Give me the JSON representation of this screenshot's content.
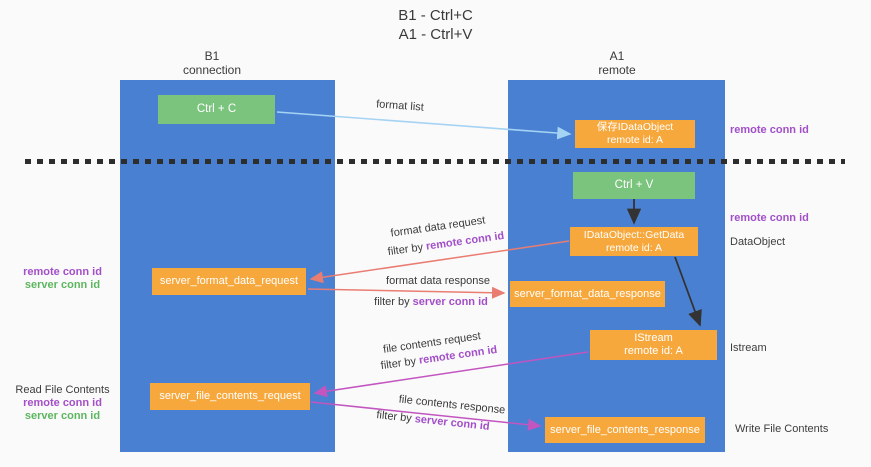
{
  "title": {
    "line1": "B1 - Ctrl+C",
    "line2": "A1 - Ctrl+V"
  },
  "lifelines": {
    "left": {
      "name": "B1",
      "role": "connection"
    },
    "right": {
      "name": "A1",
      "role": "remote"
    }
  },
  "boxes": {
    "ctrl_c": {
      "label": "Ctrl + C"
    },
    "ctrl_v": {
      "label": "Ctrl + V"
    },
    "save_dataobject": {
      "line1": "保存IDataObject",
      "line2": "remote id: A"
    },
    "getdata": {
      "line1": "IDataObject::GetData",
      "line2": "remote id: A"
    },
    "format_request": {
      "label": "server_format_data_request"
    },
    "format_response": {
      "label": "server_format_data_response"
    },
    "istream": {
      "line1": "IStream",
      "line2": "remote id: A"
    },
    "file_request": {
      "label": "server_file_contents_request"
    },
    "file_response": {
      "label": "server_file_contents_response"
    }
  },
  "arrow_labels": {
    "format_list": "format list",
    "format_data_request": "format data request",
    "format_data_response": "format data response",
    "file_contents_request": "file contents request",
    "file_contents_response": "file contents response",
    "filter_by": "filter by ",
    "remote_conn_id": "remote conn id",
    "server_conn_id": "server conn id"
  },
  "annotations": {
    "left_mid": {
      "remote": "remote conn id",
      "server": "server conn id"
    },
    "left_bottom": {
      "title": "Read File Contents",
      "remote": "remote conn id",
      "server": "server conn id"
    },
    "right_top": "remote conn id",
    "right_mid": "remote conn id",
    "right_dataobject": "DataObject",
    "right_istream": "Istream",
    "right_bottom": "Write File Contents"
  },
  "colors": {
    "background": "#fafafa",
    "column_blue": "#4a80d2",
    "box_green": "#7bc47e",
    "box_orange": "#f7a83d",
    "arrow_blue": "#a5d3f3",
    "arrow_black": "#333333",
    "arrow_red": "#e97d72",
    "arrow_magenta": "#c255c0",
    "text_purple": "#a34fc9",
    "text_green": "#5cb65f",
    "divider_black": "#2d2d2d"
  }
}
